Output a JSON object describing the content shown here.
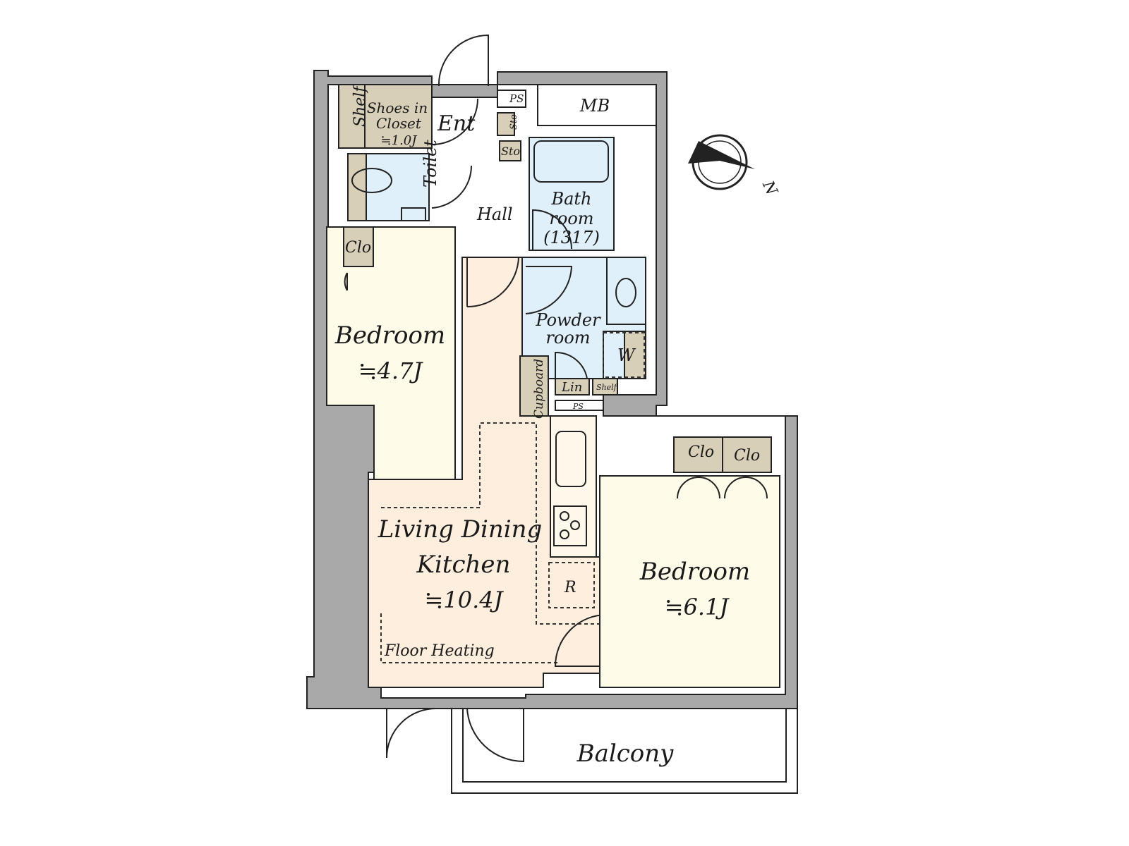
{
  "colors": {
    "wall": "#a9a9a9",
    "living": "#fdeedd",
    "bedroom": "#fefbe9",
    "wet": "#dff0fb",
    "storage": "#d8cfb8"
  },
  "rooms": {
    "shelf": "Shelf",
    "shoes_closet": [
      "Shoes in",
      "Closet",
      "≒1.0J"
    ],
    "entrance": "Ent",
    "ps_top": "PS",
    "mb": "MB",
    "sto1": "Sto",
    "sto2": "Sto",
    "toilet": "Toilet",
    "hall": "Hall",
    "bathroom": [
      "Bath",
      "room",
      "(1317)"
    ],
    "clo_small": "Clo",
    "bedroom1": {
      "name": "Bedroom",
      "size": "≒4.7J"
    },
    "powder": [
      "Powder",
      "room"
    ],
    "w": "W",
    "cupboard": "Cupboard",
    "lin": "Lin",
    "shelf_small": "Shelf",
    "ps_mid": "PS",
    "ldk": {
      "name1": "Living Dining",
      "name2": "Kitchen",
      "size": "≒10.4J"
    },
    "floor_heating": "Floor Heating",
    "refrigerator": "R",
    "clo_a": "Clo",
    "clo_b": "Clo",
    "bedroom2": {
      "name": "Bedroom",
      "size": "≒6.1J"
    },
    "balcony": "Balcony"
  },
  "compass": {
    "label": "N",
    "icon": "compass-icon"
  }
}
